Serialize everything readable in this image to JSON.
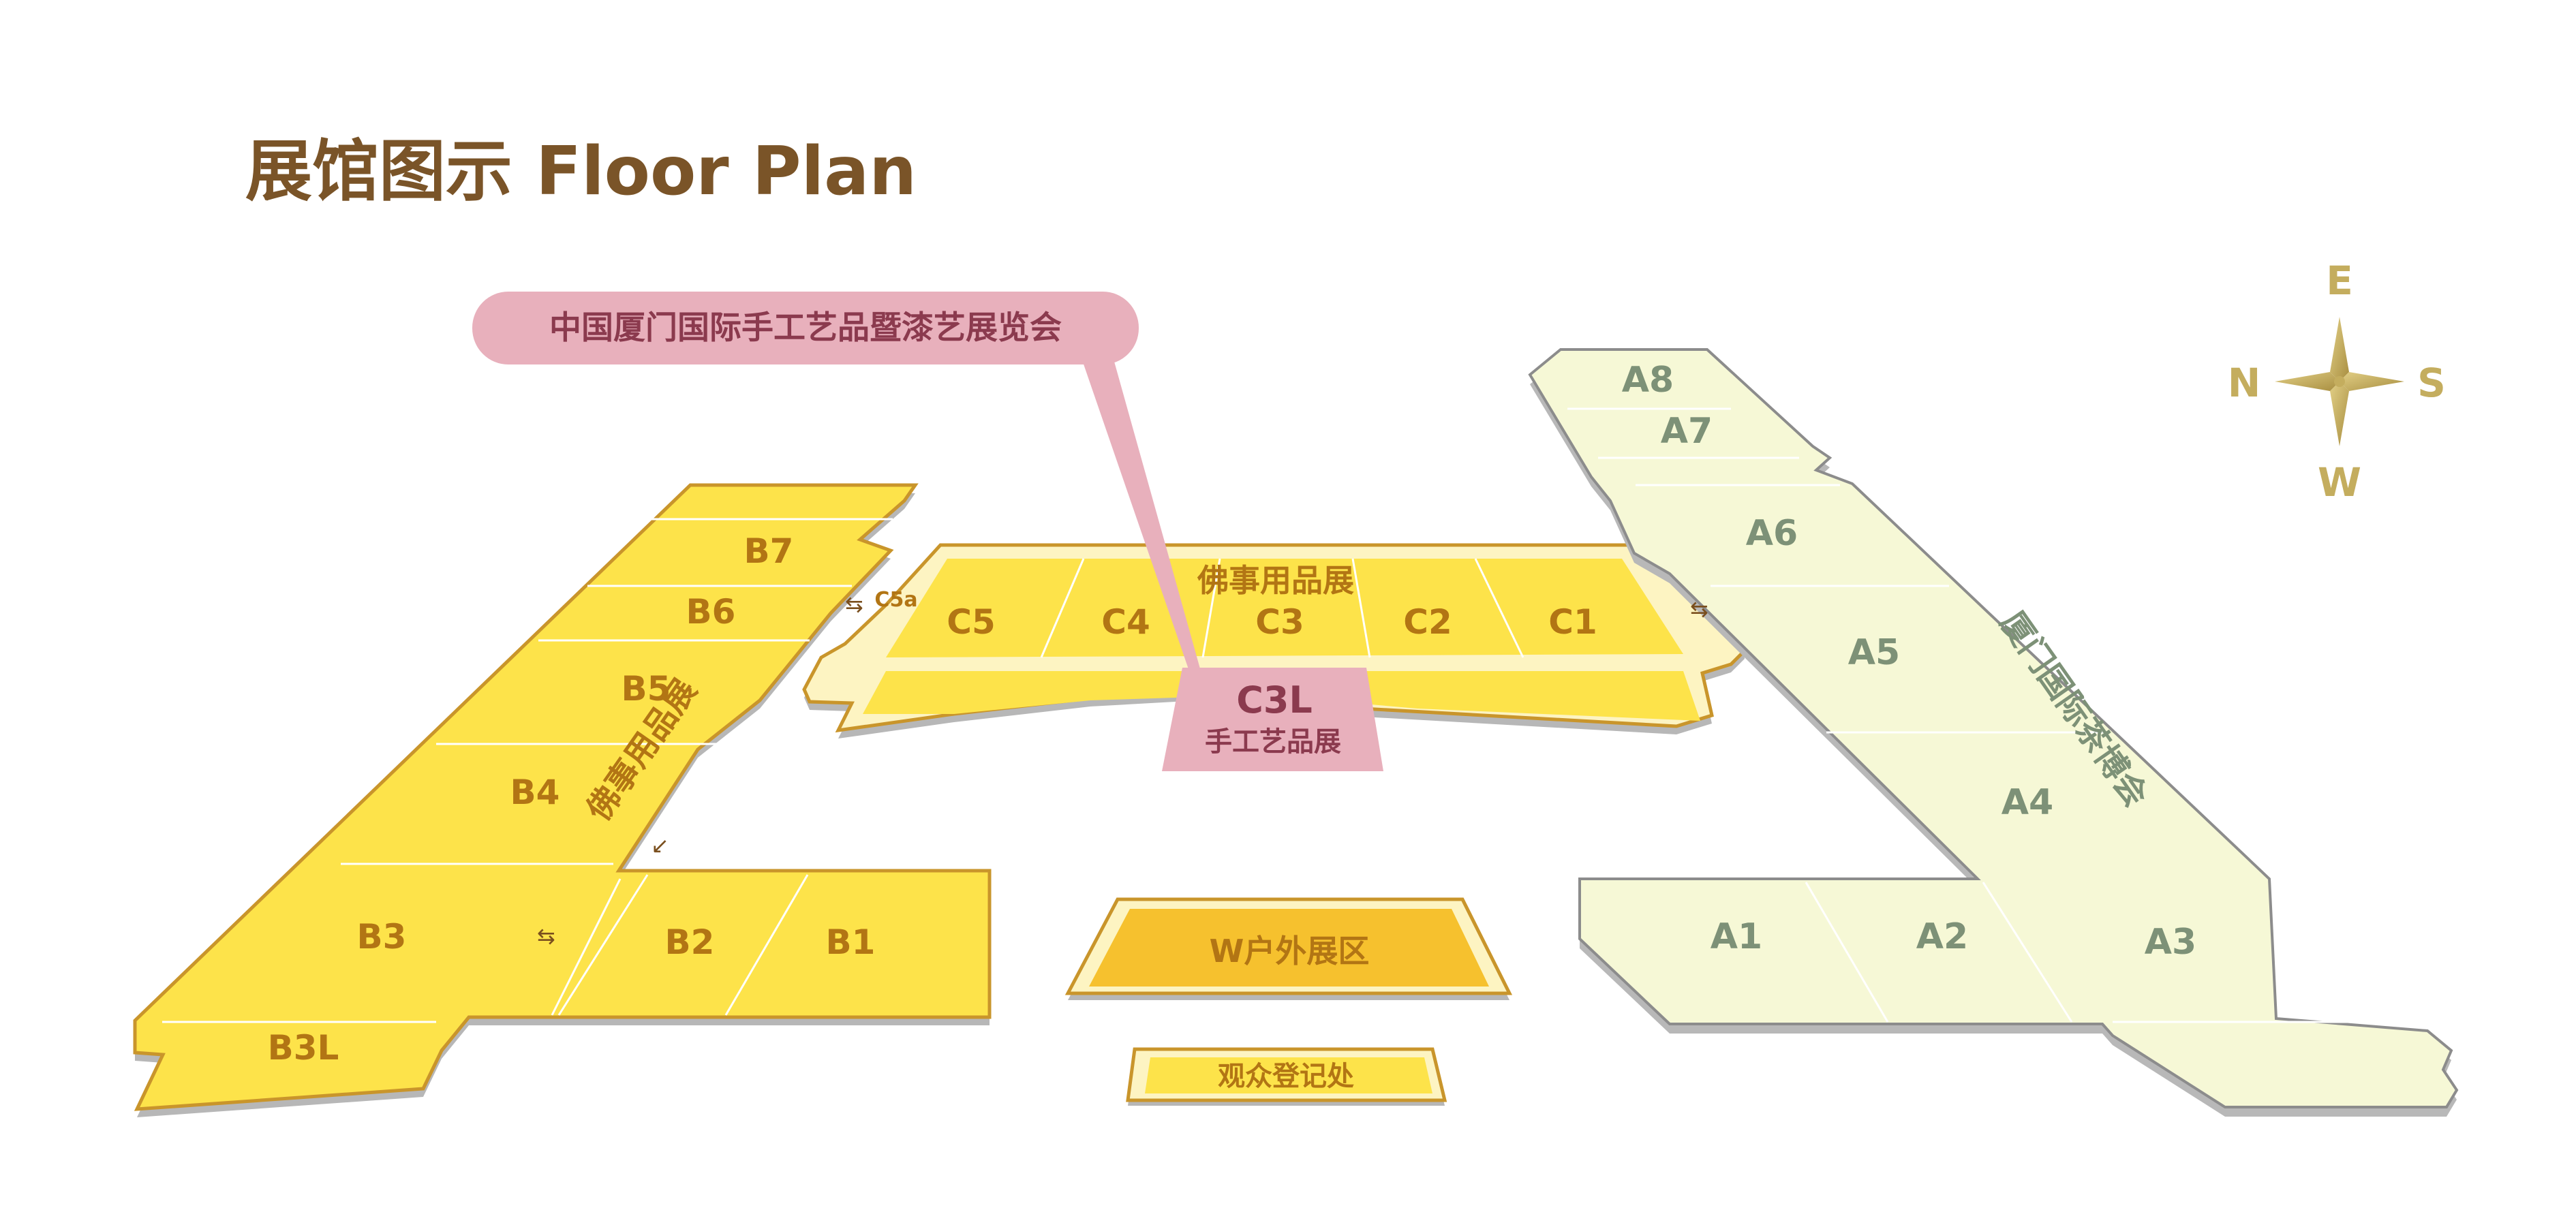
{
  "page_title": "展馆图示 Floor Plan",
  "callout": {
    "text": "中国厦门国际手工艺品暨漆艺展览会"
  },
  "compass": {
    "north": "N",
    "east": "E",
    "south": "S",
    "west": "W"
  },
  "halls_b": {
    "zone_label": "佛事用品展",
    "labels": [
      "B7",
      "B6",
      "B5",
      "B4",
      "B3",
      "B2",
      "B1",
      "B3L"
    ]
  },
  "halls_c": {
    "zone_label": "佛事用品展",
    "labels": [
      "C5a",
      "C5",
      "C4",
      "C3",
      "C2",
      "C1"
    ]
  },
  "hall_c3l": {
    "code": "C3L",
    "name": "手工艺品展"
  },
  "halls_a": {
    "zone_label": "厦门国际茶博会",
    "labels": [
      "A8",
      "A7",
      "A6",
      "A5",
      "A4",
      "A1",
      "A2",
      "A3"
    ]
  },
  "outdoor": {
    "label": "W户外展区"
  },
  "registration": {
    "label": "观众登记处"
  },
  "colors": {
    "title": "#7a5428",
    "hall_yellow": "#fde34a",
    "hall_orange": "#f6c12e",
    "hall_border": "#c9952b",
    "hall_text": "#b27514",
    "a_fill": "#f6f8d6",
    "a_text": "#7d9177",
    "a_side": "#b8b8b8",
    "pink": "#e8b0bc",
    "pink_text": "#8b3a4e",
    "compass": "#c4ad5e"
  }
}
